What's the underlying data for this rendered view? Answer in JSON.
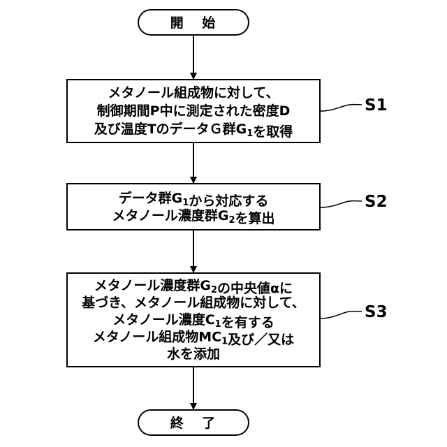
{
  "flowchart": {
    "start": {
      "label": "開 始"
    },
    "end": {
      "label": "終 了"
    },
    "steps": [
      {
        "id": "S1",
        "label": "S1",
        "lines": [
          [
            {
              "t": "メタノール組成物に対して、"
            }
          ],
          [
            {
              "t": "制御期間P中に測定された密度D"
            }
          ],
          [
            {
              "t": "及び温度TのデータＧ群G"
            },
            {
              "t": "1",
              "sub": true
            },
            {
              "t": "を取得"
            }
          ]
        ]
      },
      {
        "id": "S2",
        "label": "S2",
        "lines": [
          [
            {
              "t": "データ群G"
            },
            {
              "t": "1",
              "sub": true
            },
            {
              "t": "から対応する"
            }
          ],
          [
            {
              "t": "メタノール濃度群G"
            },
            {
              "t": "2",
              "sub": true
            },
            {
              "t": "を算出"
            }
          ]
        ]
      },
      {
        "id": "S3",
        "label": "S3",
        "lines": [
          [
            {
              "t": "メタノール濃度群G"
            },
            {
              "t": "2",
              "sub": true
            },
            {
              "t": "の中央値αに"
            }
          ],
          [
            {
              "t": "基づき、メタノール組成物に対して、"
            }
          ],
          [
            {
              "t": "メタノール濃度C"
            },
            {
              "t": "1",
              "sub": true
            },
            {
              "t": "を有する"
            }
          ],
          [
            {
              "t": "メタノール組成物MC"
            },
            {
              "t": "1",
              "sub": true
            },
            {
              "t": "及び／又は"
            }
          ],
          [
            {
              "t": "水を添加"
            }
          ]
        ]
      }
    ]
  }
}
